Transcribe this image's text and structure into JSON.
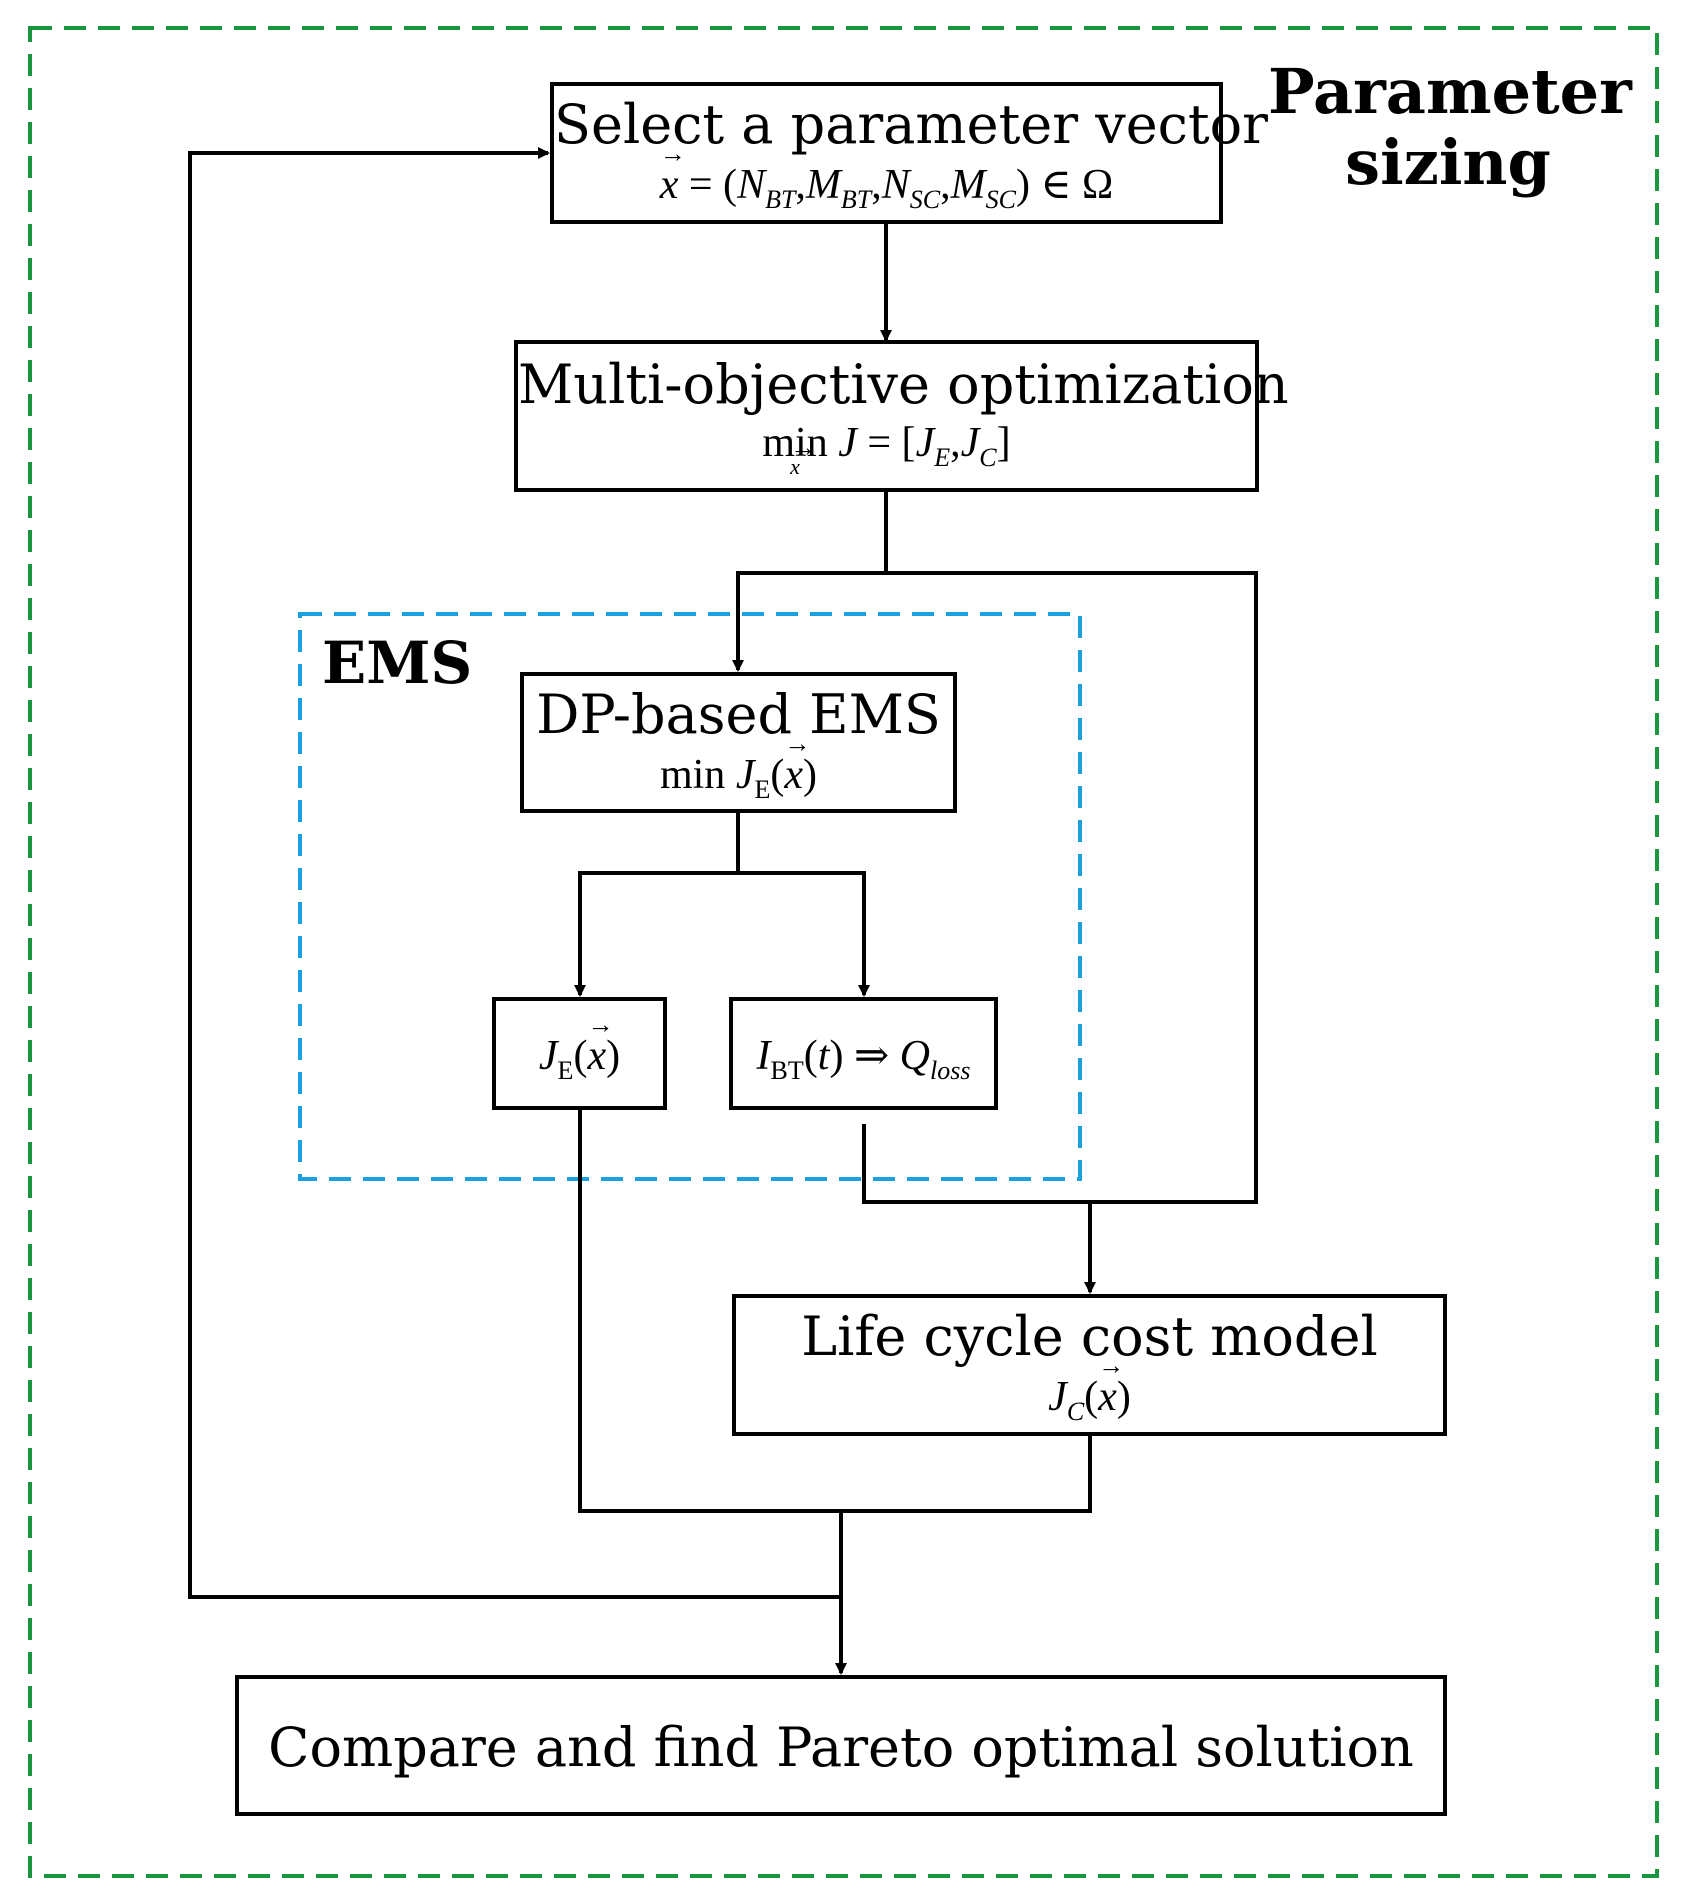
{
  "outer_frame": {
    "label_line1": "Parameter",
    "label_line2": "sizing",
    "border_color": "#1a9641"
  },
  "ems_frame": {
    "label": "EMS",
    "border_color": "#1ba1e2"
  },
  "boxes": {
    "select": {
      "title": "Select a parameter vector",
      "formula": {
        "vec": "x",
        "eq": " = (",
        "n_bt": "N",
        "sub_bt": "BT",
        "m_bt": "M",
        "n_sc": "N",
        "sub_sc": "SC",
        "m_sc": "M",
        "tail": ") ∈ Ω"
      }
    },
    "multi": {
      "title": "Multi-objective optimization",
      "formula": {
        "min": "min",
        "under": "x",
        "j": "J",
        "eq": " = [",
        "je": "J",
        "sub_e": "E",
        "jc": "J",
        "sub_c": "C",
        "close": "]"
      }
    },
    "dp": {
      "title": "DP-based EMS",
      "formula": {
        "min": "min",
        "j": "J",
        "sub": "E",
        "vec": "x"
      }
    },
    "je": {
      "formula": {
        "j": "J",
        "sub": "E",
        "vec": "x"
      }
    },
    "ibt": {
      "formula": {
        "i": "I",
        "sub": "BT",
        "t": "t",
        "arrow": "⇒",
        "q": "Q",
        "sub_q": "loss"
      }
    },
    "lcc": {
      "title": "Life cycle cost model",
      "formula": {
        "j": "J",
        "sub": "C",
        "vec": "x"
      }
    },
    "pareto": {
      "title": "Compare and find Pareto optimal solution"
    }
  }
}
